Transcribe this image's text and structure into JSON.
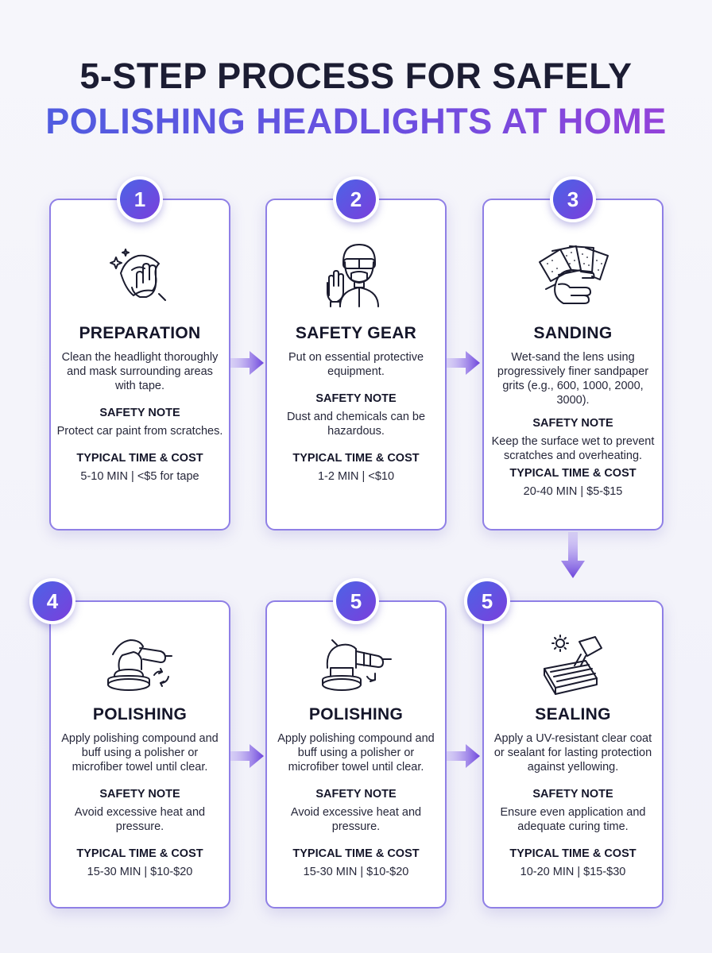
{
  "title": {
    "line1": "5-STEP PROCESS FOR SAFELY",
    "line2": "POLISHING HEADLIGHTS AT HOME"
  },
  "steps": [
    {
      "number": "1",
      "icon": "cloth-wipe-icon",
      "title": "PREPARATION",
      "description": "Clean the headlight thoroughly and mask surrounding areas with tape.",
      "safety_label": "SAFETY NOTE",
      "safety_text": "Protect car paint from scratches.",
      "time_label": "TYPICAL TIME & COST",
      "time_text": "5-10 MIN | <$5 for tape"
    },
    {
      "number": "2",
      "icon": "safety-gear-person-icon",
      "title": "SAFETY GEAR",
      "description": "Put on essential protective equipment.",
      "safety_label": "SAFETY NOTE",
      "safety_text": "Dust and chemicals can be hazardous.",
      "time_label": "TYPICAL TIME & COST",
      "time_text": "1-2 MIN | <$10"
    },
    {
      "number": "3",
      "icon": "sandpaper-hand-icon",
      "title": "SANDING",
      "description": "Wet-sand the lens using progressively finer sandpaper grits (e.g., 600, 1000, 2000, 3000).",
      "safety_label": "SAFETY NOTE",
      "safety_text": "Keep the surface wet to prevent scratches and overheating.",
      "time_label": "TYPICAL TIME & COST",
      "time_text": "20-40 MIN | $5-$15"
    },
    {
      "number": "4",
      "icon": "orbital-polisher-icon",
      "title": "POLISHING",
      "description": "Apply polishing compound and buff using a polisher or microfiber towel until clear.",
      "safety_label": "SAFETY NOTE",
      "safety_text": "Avoid excessive heat and pressure.",
      "time_label": "TYPICAL TIME & COST",
      "time_text": "15-30 MIN | $10-$20"
    },
    {
      "number": "5",
      "icon": "rotary-polisher-icon",
      "title": "POLISHING",
      "description": "Apply polishing compound and buff using a polisher or microfiber towel until clear.",
      "safety_label": "SAFETY NOTE",
      "safety_text": "Avoid excessive heat and pressure.",
      "time_label": "TYPICAL TIME & COST",
      "time_text": "15-30 MIN | $10-$20"
    },
    {
      "number": "5",
      "icon": "sealant-applicator-icon",
      "title": "SEALING",
      "description": "Apply a UV-resistant clear coat or sealant for lasting protection against yellowing.",
      "safety_label": "SAFETY NOTE",
      "safety_text": "Ensure even application and adequate curing time.",
      "time_label": "TYPICAL TIME & COST",
      "time_text": "10-20 MIN | $15-$30"
    }
  ],
  "colors": {
    "accent_blue": "#4d5ee0",
    "accent_purple": "#7a3fdc",
    "card_border": "#8f7fe6",
    "dark_text": "#1c1d33"
  }
}
